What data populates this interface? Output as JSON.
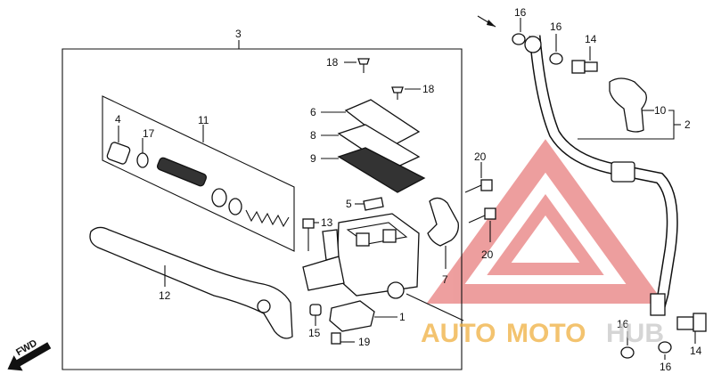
{
  "labels": {
    "p1": "1",
    "p2": "2",
    "p3": "3",
    "p4": "4",
    "p5": "5",
    "p6": "6",
    "p7": "7",
    "p8": "8",
    "p9": "9",
    "p10": "10",
    "p11": "11",
    "p12": "12",
    "p13": "13",
    "p14a": "14",
    "p14b": "14",
    "p15": "15",
    "p16a": "16",
    "p16b": "16",
    "p16c": "16",
    "p16d": "16",
    "p17": "17",
    "p18a": "18",
    "p18b": "18",
    "p19": "19",
    "p20a": "20",
    "p20b": "20"
  },
  "fwd": "FWD",
  "watermark": {
    "auto": "AUTO",
    "moto": "MOTO",
    "hub": "HUB",
    "color_red": "#e05050",
    "color_orange": "#f0b040",
    "color_gray": "#c8c8c8"
  }
}
